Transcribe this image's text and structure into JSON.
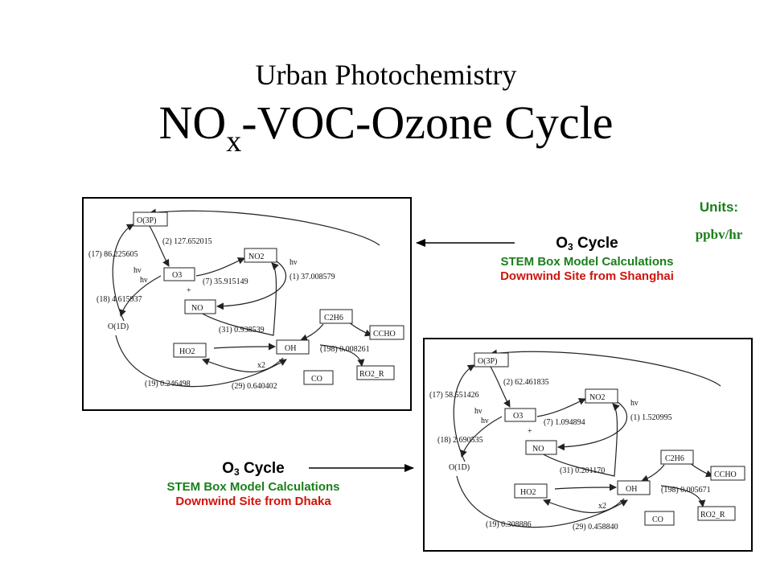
{
  "title": {
    "line1": "Urban Photochemistry",
    "line2_pre": "NO",
    "line2_sub": "x",
    "line2_post": "-VOC-Ozone Cycle"
  },
  "units": {
    "label": "Units:",
    "value": "ppbv/hr"
  },
  "captions": {
    "shanghai": {
      "head": "O",
      "head_sub": "3",
      "head_post": " Cycle",
      "model": "STEM Box Model Calculations",
      "site": "Downwind Site from Shanghai"
    },
    "dhaka": {
      "head": "O",
      "head_sub": "3",
      "head_post": " Cycle",
      "model": "STEM Box Model Calculations",
      "site": "Downwind Site from Dhaka"
    }
  },
  "species": {
    "o3p": "O(3P)",
    "o3": "O3",
    "no2": "NO2",
    "no": "NO",
    "o1d": "O(1D)",
    "ho2": "HO2",
    "oh": "OH",
    "co": "CO",
    "c2h6": "C2H6",
    "ccho": "CCHO",
    "ro2r": "RO2_R"
  },
  "symbols": {
    "hv": "hν",
    "plus": "+",
    "x2": "x2"
  },
  "diagrams": {
    "shanghai": {
      "r2": "(2) 127.652015",
      "r17": "(17) 86.225605",
      "r7": "(7) 35.915149",
      "r1": "(1) 37.008579",
      "r18": "(18) 4.615937",
      "r31": "(31) 0.938539",
      "r198": "(198) 0.008261",
      "r19": "(19) 0.246498",
      "r29": "(29) 0.640402"
    },
    "dhaka": {
      "r2": "(2) 62.461835",
      "r17": "(17) 58.551426",
      "r7": "(7) 1.094894",
      "r1": "(1) 1.520995",
      "r18": "(18) 2.690535",
      "r31": "(31) 0.201170",
      "r198": "(198) 0.005671",
      "r19": "(19) 0.308886",
      "r29": "(29) 0.458840"
    }
  }
}
